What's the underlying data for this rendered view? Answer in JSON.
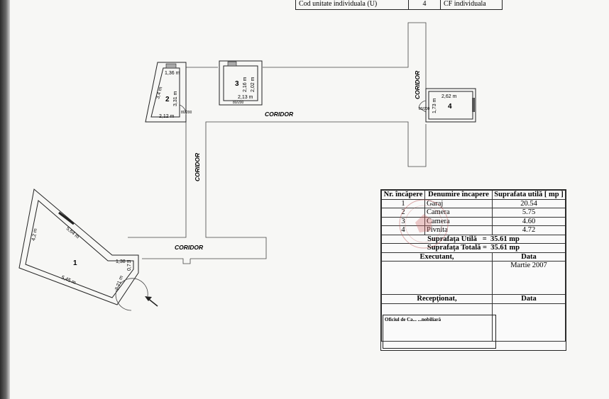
{
  "header": {
    "label": "Cod unitate individuala (U)",
    "value": "4",
    "right_label": "CF individuala"
  },
  "plan": {
    "rooms": [
      {
        "number": "1",
        "dims": [
          "4,2 m",
          "5,64 m",
          "5,45 m",
          "1,38 m",
          "0,7",
          "2,21 m"
        ]
      },
      {
        "number": "2",
        "dims": [
          "1,36 m",
          "3,4 m",
          "3,31 m",
          "2,12 m"
        ]
      },
      {
        "number": "3",
        "dims": [
          "2,16 m",
          "2,02 m",
          "2,13 m"
        ]
      },
      {
        "number": "4",
        "dims": [
          "2,62 m",
          "1,73 m"
        ]
      }
    ],
    "corridor_label": "CORIDOR",
    "door_marks": [
      "80/200",
      "80/200",
      "80/200"
    ]
  },
  "legend": {
    "headers": [
      "Nr. încăpere",
      "Denumire încapere",
      "Suprafata utilă [ mp ]"
    ],
    "rows": [
      {
        "nr": "1",
        "name": "Garaj",
        "area": "20.54"
      },
      {
        "nr": "2",
        "name": "Camera",
        "area": "5.75"
      },
      {
        "nr": "3",
        "name": "Camera",
        "area": "4.60"
      },
      {
        "nr": "4",
        "name": "Pivnita",
        "area": "4.72"
      }
    ],
    "suprafata_utila": "Suprafaţa Utilă   =  35.61 mp",
    "suprafata_totala": "Suprafaţa Totală =  35.61 mp",
    "executant": "Executant,",
    "data_label": "Data",
    "data_value": "Martie 2007",
    "receptionat": "Recepţionat,",
    "data_label_2": "Data",
    "ocpi": "Oficiul de Ca... ...nobiliară"
  }
}
